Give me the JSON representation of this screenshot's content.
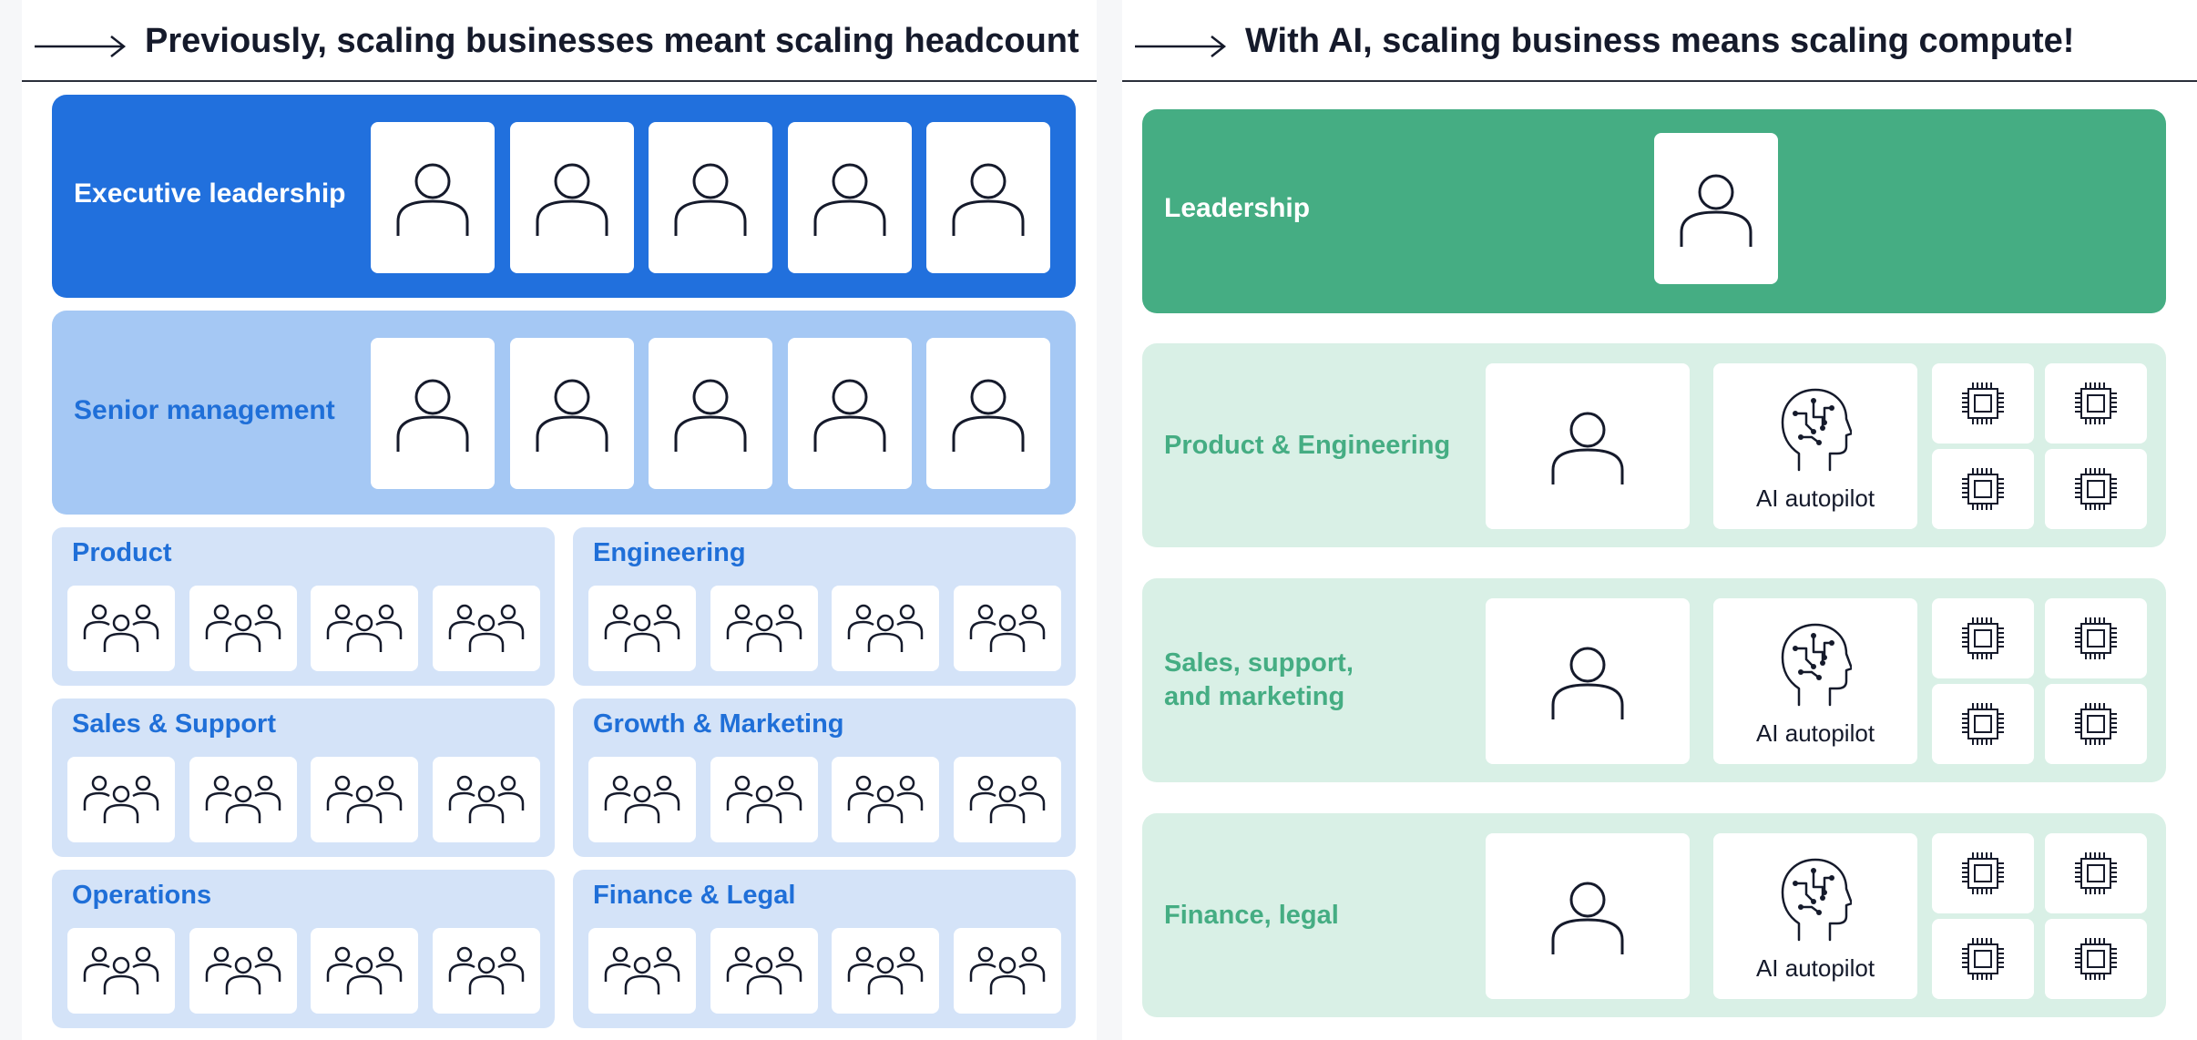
{
  "left": {
    "title": "Previously, scaling businesses meant scaling headcount",
    "executive": {
      "label": "Executive leadership",
      "person_count": 5
    },
    "senior": {
      "label": "Senior management",
      "person_count": 5
    },
    "departments": [
      {
        "label": "Product",
        "team_count": 4
      },
      {
        "label": "Engineering",
        "team_count": 4
      },
      {
        "label": "Sales & Support",
        "team_count": 4
      },
      {
        "label": "Growth & Marketing",
        "team_count": 4
      },
      {
        "label": "Operations",
        "team_count": 4
      },
      {
        "label": "Finance & Legal",
        "team_count": 4
      }
    ]
  },
  "right": {
    "title": "With AI, scaling business means scaling compute!",
    "leadership": {
      "label": "Leadership",
      "person_count": 1
    },
    "functions": [
      {
        "label_lines": [
          "Product & Engineering"
        ],
        "autopilot_label": "AI autopilot",
        "chip_count": 4
      },
      {
        "label_lines": [
          "Sales, support,",
          "and marketing"
        ],
        "autopilot_label": "AI autopilot",
        "chip_count": 4
      },
      {
        "label_lines": [
          "Finance, legal"
        ],
        "autopilot_label": "AI autopilot",
        "chip_count": 4
      }
    ]
  },
  "colors": {
    "exec_blue": "#2170dd",
    "senior_blue": "#a5c8f4",
    "dept_blue": "#d4e3f8",
    "dept_text": "#1f6fd8",
    "leader_green": "#45ad83",
    "function_green": "#d9f0e6",
    "function_text": "#45ad83",
    "icon_stroke": "#151a2b"
  },
  "icons": {
    "person": "person-icon",
    "team": "team-icon",
    "ai_head": "ai-head-icon",
    "chip": "chip-icon",
    "arrow": "arrow-right-icon"
  }
}
